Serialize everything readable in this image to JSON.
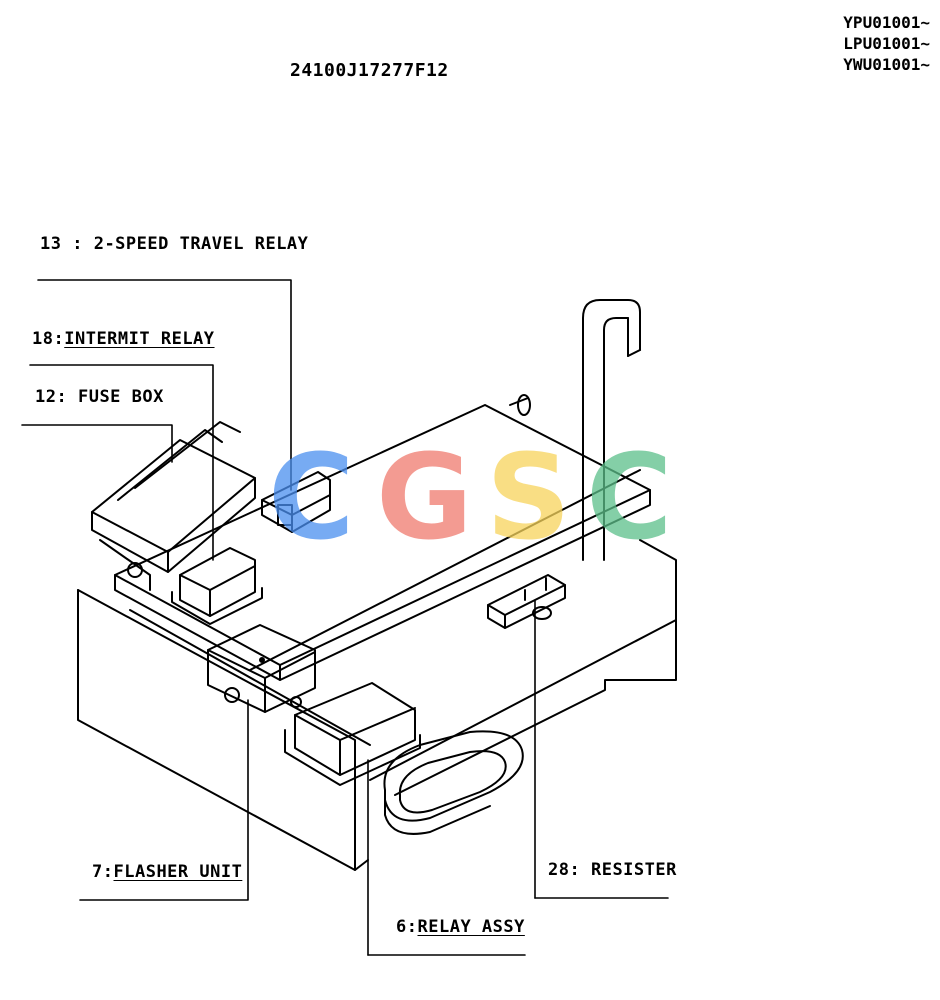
{
  "header": {
    "part_code": "24100J17277F12",
    "serials": [
      "YPU01001~",
      "LPU01001~",
      "YWU01001~"
    ]
  },
  "labels": {
    "travel_relay": {
      "num": "13",
      "text": "2-SPEED TRAVEL RELAY"
    },
    "intermit_relay": {
      "num": "18",
      "text": "INTERMIT RELAY"
    },
    "fuse_box": {
      "num": "12",
      "text": "FUSE BOX"
    },
    "flasher_unit": {
      "num": "7",
      "text": "FLASHER UNIT"
    },
    "resister": {
      "num": "28",
      "text": "RESISTER"
    },
    "relay_assy": {
      "num": "6",
      "text": "RELAY ASSY"
    }
  },
  "watermark": {
    "letters": [
      "C",
      "G",
      "S",
      "C"
    ],
    "colors": [
      "#4a8ff0",
      "#f07a6e",
      "#f7d45c",
      "#5cbf8a"
    ]
  }
}
